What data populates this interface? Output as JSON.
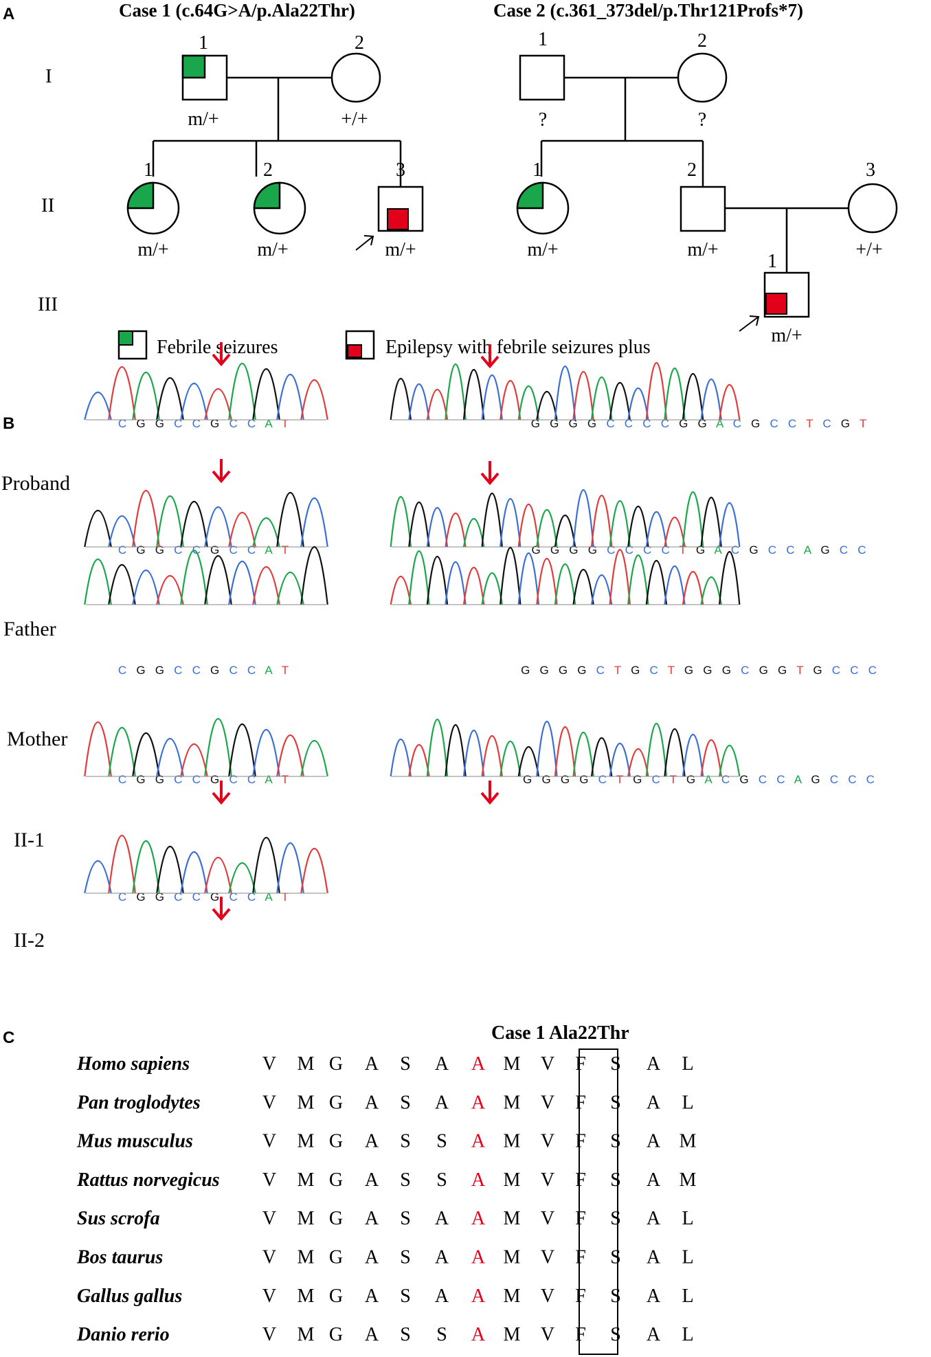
{
  "panels": {
    "a": "A",
    "b": "B",
    "c": "C"
  },
  "pedigree": {
    "case1_title": "Case 1 (c.64G>A/p.Ala22Thr)",
    "case2_title": "Case 2 (c.361_373del/p.Thr121Profs*7)",
    "generations": [
      "I",
      "II",
      "III"
    ],
    "case1": {
      "I1_num": "1",
      "I1_geno": "m/+",
      "I2_num": "2",
      "I2_geno": "+/+",
      "II1_num": "1",
      "II1_geno": "m/+",
      "II2_num": "2",
      "II2_geno": "m/+",
      "II3_num": "3",
      "II3_geno": "m/+"
    },
    "case2": {
      "I1_num": "1",
      "I1_geno": "?",
      "I2_num": "2",
      "I2_geno": "?",
      "II1_num": "1",
      "II1_geno": "m/+",
      "II2_num": "2",
      "II2_geno": "m/+",
      "II3_num": "3",
      "II3_geno": "+/+",
      "III1_num": "1",
      "III1_geno": "m/+"
    },
    "legend": {
      "febrile": "Febrile seizures",
      "efsp": "Epilepsy with febrile seizures plus"
    },
    "colors": {
      "febrile": "#1aa64a",
      "efsp": "#e3001b"
    }
  },
  "sequencing": {
    "rows": [
      "Proband",
      "Father",
      "Mother",
      "II-1",
      "II-2"
    ],
    "case1_seq_label": "C G G C C G C C A T",
    "case2_top_label": "G G G G C C C C G G A C G C C T C G T",
    "case2_labels": [
      "G G G G C C C C T G A C G C C A G C C",
      "G G G G C T G C T G G G C G G T G C C C",
      "G G G G C T G C T G A C G C C A G C C C"
    ],
    "base_colors": {
      "A": "#1aa64a",
      "C": "#3a6fd8",
      "G": "#111111",
      "T": "#e23b3b"
    },
    "arrow_color": "#e3001b"
  },
  "alignment": {
    "title": "Case 1 Ala22Thr",
    "species": [
      {
        "name": "Homo sapiens",
        "seq": [
          "V",
          "M",
          "G",
          "A",
          "S",
          "A",
          "A",
          "M",
          "V",
          "F",
          "S",
          "A",
          "L"
        ]
      },
      {
        "name": "Pan troglodytes",
        "seq": [
          "V",
          "M",
          "G",
          "A",
          "S",
          "A",
          "A",
          "M",
          "V",
          "F",
          "S",
          "A",
          "L"
        ]
      },
      {
        "name": "Mus musculus",
        "seq": [
          "V",
          "M",
          "G",
          "A",
          "S",
          "S",
          "A",
          "M",
          "V",
          "F",
          "S",
          "A",
          "M"
        ]
      },
      {
        "name": "Rattus norvegicus",
        "seq": [
          "V",
          "M",
          "G",
          "A",
          "S",
          "S",
          "A",
          "M",
          "V",
          "F",
          "S",
          "A",
          "M"
        ]
      },
      {
        "name": "Sus scrofa",
        "seq": [
          "V",
          "M",
          "G",
          "A",
          "S",
          "A",
          "A",
          "M",
          "V",
          "F",
          "S",
          "A",
          "L"
        ]
      },
      {
        "name": "Bos taurus",
        "seq": [
          "V",
          "M",
          "G",
          "A",
          "S",
          "A",
          "A",
          "M",
          "V",
          "F",
          "S",
          "A",
          "L"
        ]
      },
      {
        "name": "Gallus gallus",
        "seq": [
          "V",
          "M",
          "G",
          "A",
          "S",
          "A",
          "A",
          "M",
          "V",
          "F",
          "S",
          "A",
          "L"
        ]
      },
      {
        "name": "Danio rerio",
        "seq": [
          "V",
          "M",
          "G",
          "A",
          "S",
          "S",
          "A",
          "M",
          "V",
          "F",
          "S",
          "A",
          "L"
        ]
      }
    ],
    "highlight_index": 6,
    "highlight_color": "#e3001b"
  }
}
